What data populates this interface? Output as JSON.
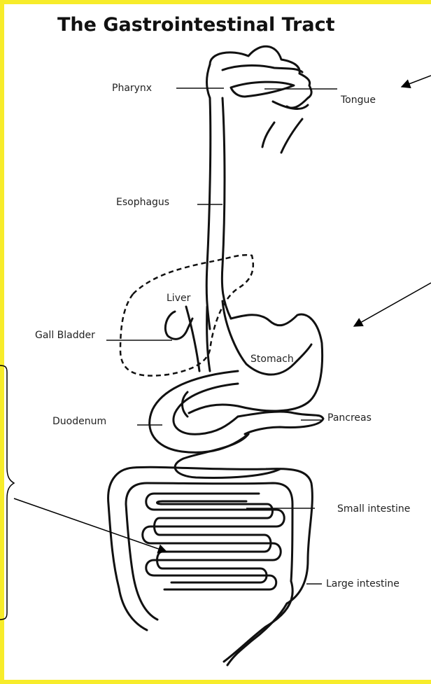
{
  "title": "The Gastrointestinal Tract",
  "labels": {
    "pharynx": "Pharynx",
    "tongue": "Tongue",
    "esophagus": "Esophagus",
    "liver": "Liver",
    "gall_bladder": "Gall Bladder",
    "stomach": "Stomach",
    "duodenum": "Duodenum",
    "pancreas": "Pancreas",
    "small_intestine": "Small intestine",
    "large_intestine": "Large intestine"
  },
  "colors": {
    "border_yellow": "#f7ec2a",
    "ink": "#111111",
    "paper": "#ffffff"
  }
}
